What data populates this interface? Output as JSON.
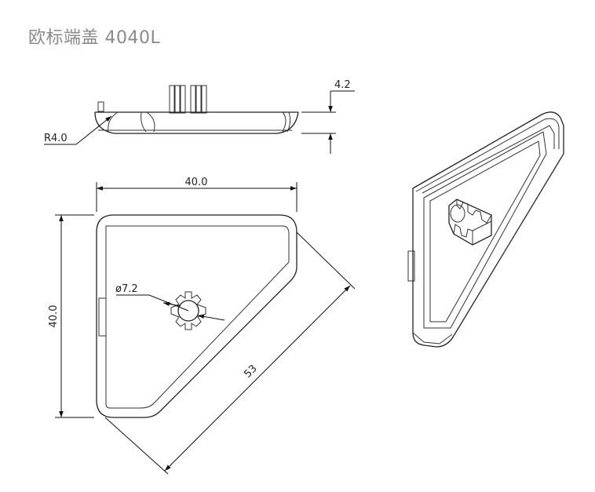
{
  "title": "欧标端盖 4040L",
  "dimensions": {
    "thickness": "4.2",
    "radius": "R4.0",
    "width": "40.0",
    "height": "40.0",
    "diagonal": "53",
    "hole_diameter": "ø7.2"
  },
  "colors": {
    "line": "#222222",
    "title": "#8a8a8a"
  }
}
